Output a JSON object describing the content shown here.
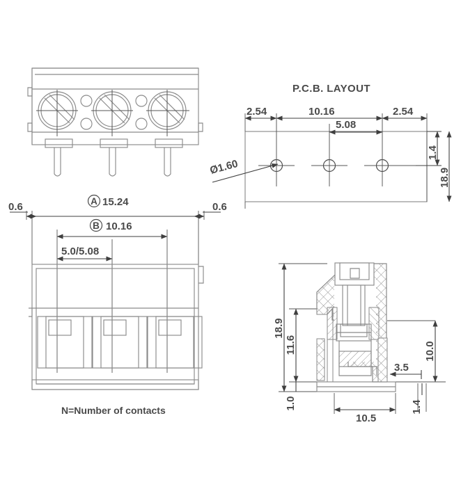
{
  "drawing": {
    "type": "mechanical-part-datasheet",
    "subject": "PCB terminal block connector",
    "line_color": "#8a8a8a",
    "dim_color": "#3f3f3f",
    "text_color": "#4a4a4a",
    "background": "#ffffff"
  },
  "views": {
    "top_view": {
      "name": "top-view",
      "contacts": 3,
      "screw_heads": 3,
      "pins": 3
    },
    "pcb_layout": {
      "name": "pcb-layout-view",
      "title": "P.C.B. LAYOUT",
      "holes": 3,
      "dimensions": {
        "left_edge_to_hole": "2.54",
        "hole_span": "10.16",
        "hole_pitch": "5.08",
        "right_hole_to_edge": "2.54",
        "top_edge_to_hole": "1.4",
        "board_height": "18.9",
        "hole_diameter": "Ø1.60"
      }
    },
    "front_view": {
      "name": "front-view",
      "contacts": 3,
      "dimensions": {
        "left_offset": "0.6",
        "right_offset": "0.6",
        "overall_width": "15.24",
        "overall_width_ref": "A",
        "contact_span": "10.16",
        "contact_span_ref": "B",
        "pitch": "5.0/5.08"
      },
      "note": "N=Number of contacts"
    },
    "section_view": {
      "name": "cross-section-view",
      "dimensions": {
        "overall_height": "18.9",
        "body_height": "11.6",
        "base_thickness": "1.0",
        "base_width": "10.5",
        "lip_width": "3.5",
        "back_height": "10.0",
        "foot_height": "1.4"
      }
    }
  }
}
